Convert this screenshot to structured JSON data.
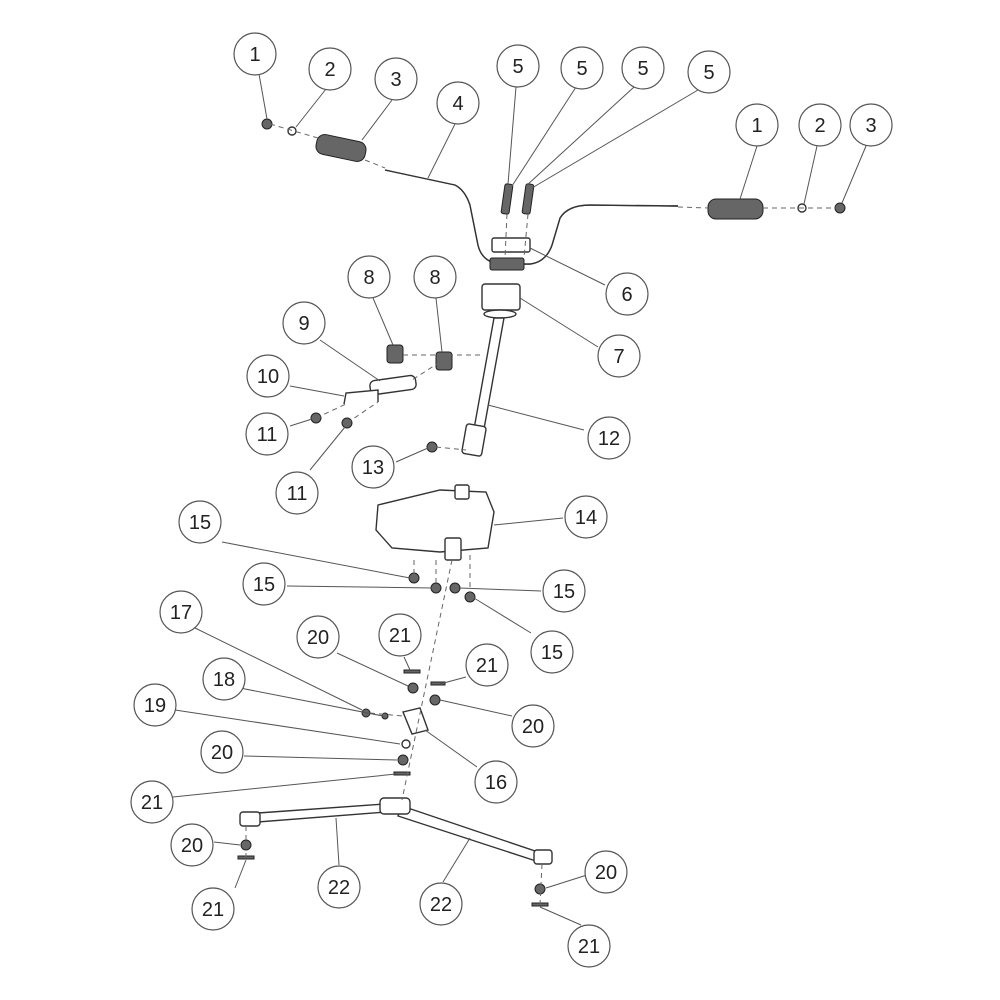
{
  "callouts": [
    {
      "id": "c1",
      "label": "1"
    },
    {
      "id": "c2",
      "label": "2"
    },
    {
      "id": "c3",
      "label": "3"
    },
    {
      "id": "c4",
      "label": "4"
    },
    {
      "id": "c5a",
      "label": "5"
    },
    {
      "id": "c5b",
      "label": "5"
    },
    {
      "id": "c5c",
      "label": "5"
    },
    {
      "id": "c5d",
      "label": "5"
    },
    {
      "id": "c1r",
      "label": "1"
    },
    {
      "id": "c2r",
      "label": "2"
    },
    {
      "id": "c3r",
      "label": "3"
    },
    {
      "id": "c6",
      "label": "6"
    },
    {
      "id": "c7",
      "label": "7"
    },
    {
      "id": "c8a",
      "label": "8"
    },
    {
      "id": "c8b",
      "label": "8"
    },
    {
      "id": "c9",
      "label": "9"
    },
    {
      "id": "c10",
      "label": "10"
    },
    {
      "id": "c11a",
      "label": "11"
    },
    {
      "id": "c11b",
      "label": "11"
    },
    {
      "id": "c12",
      "label": "12"
    },
    {
      "id": "c13",
      "label": "13"
    },
    {
      "id": "c14",
      "label": "14"
    },
    {
      "id": "c15a",
      "label": "15"
    },
    {
      "id": "c15b",
      "label": "15"
    },
    {
      "id": "c15c",
      "label": "15"
    },
    {
      "id": "c15d",
      "label": "15"
    },
    {
      "id": "c17",
      "label": "17"
    },
    {
      "id": "c20a",
      "label": "20"
    },
    {
      "id": "c21a",
      "label": "21"
    },
    {
      "id": "c21b",
      "label": "21"
    },
    {
      "id": "c18",
      "label": "18"
    },
    {
      "id": "c20b",
      "label": "20"
    },
    {
      "id": "c19",
      "label": "19"
    },
    {
      "id": "c20c",
      "label": "20"
    },
    {
      "id": "c16",
      "label": "16"
    },
    {
      "id": "c21c",
      "label": "21"
    },
    {
      "id": "c20d",
      "label": "20"
    },
    {
      "id": "c22a",
      "label": "22"
    },
    {
      "id": "c22b",
      "label": "22"
    },
    {
      "id": "c20e",
      "label": "20"
    },
    {
      "id": "c21d",
      "label": "21"
    },
    {
      "id": "c21e",
      "label": "21"
    }
  ]
}
